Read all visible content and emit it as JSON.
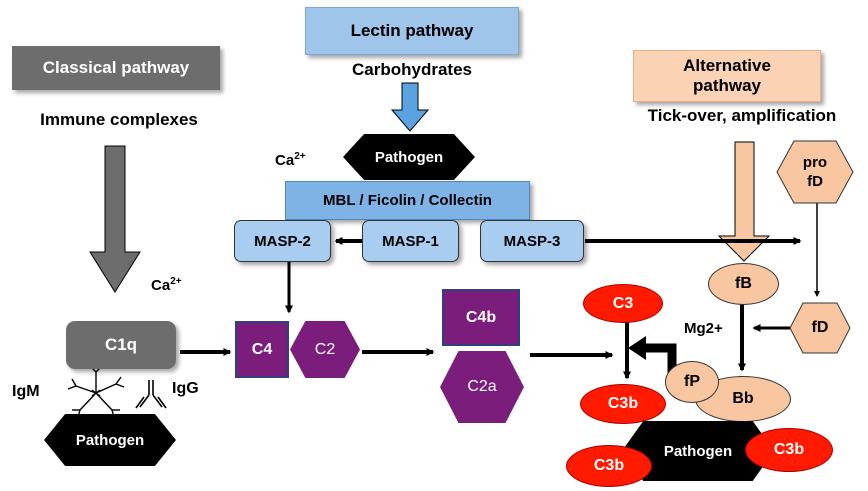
{
  "pathways": {
    "classical": {
      "title": "Classical pathway",
      "trigger": "Immune complexes"
    },
    "lectin": {
      "title": "Lectin pathway",
      "trigger": "Carbohydrates"
    },
    "alternative": {
      "title_line1": "Alternative",
      "title_line2": "pathway",
      "trigger": "Tick-over, amplification"
    }
  },
  "ions": {
    "ca": "Ca",
    "ca_sup": "2+",
    "mg": "Mg2+"
  },
  "lectin_nodes": {
    "pathogen": "Pathogen",
    "recognition": "MBL / Ficolin / Collectin",
    "masp2": "MASP-2",
    "masp1": "MASP-1",
    "masp3": "MASP-3"
  },
  "classical_nodes": {
    "c1q": "C1q",
    "igm": "IgM",
    "igg": "IgG",
    "pathogen": "Pathogen"
  },
  "components": {
    "c4": "C4",
    "c2": "C2",
    "c4b": "C4b",
    "c2a": "C2a"
  },
  "alternative_nodes": {
    "pro_fd_line1": "pro",
    "pro_fd_line2": "fD",
    "fb": "fB",
    "fd": "fD",
    "fp": "fP",
    "bb": "Bb",
    "c3": "C3",
    "c3b": "C3b",
    "pathogen": "Pathogen"
  },
  "colors": {
    "classical_box": "#6d6d6d",
    "lectin_box": "#9fc5ea",
    "masp_box": "#a9cdf0",
    "alternative_box": "#fbd3b4",
    "purple": "#7b1e7b",
    "red": "#ff1a00",
    "peach": "#f8c7a2",
    "black": "#000000"
  }
}
